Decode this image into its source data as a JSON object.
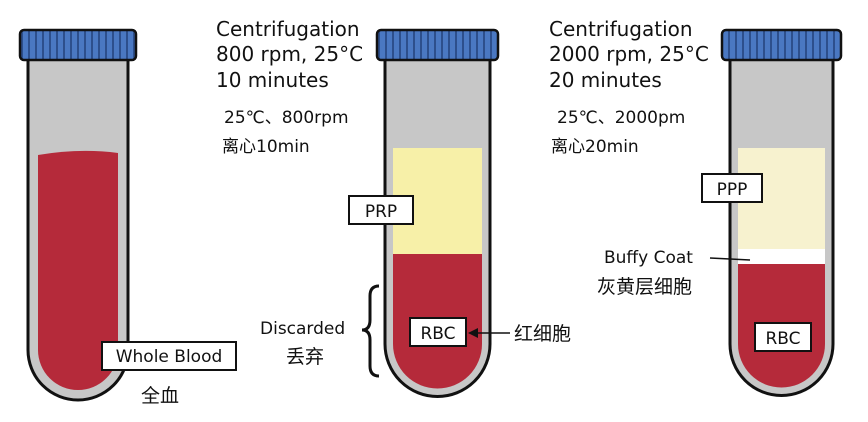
{
  "steps": [
    {
      "title": "Centrifugation",
      "speed": "800 rpm, 25°C",
      "time": "10 minutes",
      "cn_line1": "25℃、800rpm",
      "cn_line2": "离心10min"
    },
    {
      "title": "Centrifugation",
      "speed": "2000 rpm, 25°C",
      "time": "20 minutes",
      "cn_line1": "25℃、2000pm",
      "cn_line2": "离心20min"
    }
  ],
  "tubes": {
    "whole_blood": {
      "label": "Whole Blood",
      "label_cn": "全血"
    },
    "first_spin": {
      "prp_label": "PRP",
      "rbc_label": "RBC",
      "rbc_cn": "红细胞",
      "discarded_label": "Discarded",
      "discarded_cn": "丢弃"
    },
    "second_spin": {
      "ppp_label": "PPP",
      "buffy_label": "Buffy Coat",
      "buffy_cn": "灰黄层细胞",
      "rbc_label": "RBC"
    }
  },
  "colors": {
    "cap_blue": "#4a78c2",
    "tube_gray": "#c7c7c7",
    "blood_red": "#b52a3a",
    "plasma_yellow": "#f7f0a8",
    "ppp_cream": "#f7f2cf"
  }
}
